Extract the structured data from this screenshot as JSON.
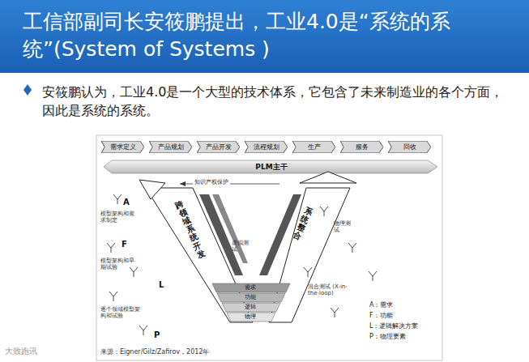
{
  "diagram": {
    "title": "工信部副司长安筱鹏提出，工业4.0是“系统的系统”(System of Systems )",
    "caption": "来源：Eigner/Gilz/Zafirov，2012年",
    "nodes": [
      {
        "text": [
          "需求定义"
        ]
      },
      {
        "text": [
          "产品规划"
        ]
      },
      {
        "text": [
          "产品开发"
        ]
      },
      {
        "text": [
          "流程规划"
        ]
      },
      {
        "text": [
          "生产"
        ]
      },
      {
        "text": [
          "服务"
        ]
      },
      {
        "text": [
          "回收"
        ]
      },
      {
        "text": [
          "PLM主干"
        ]
      }
    ],
    "labels": [
      "安筱鹏认为，工业4.0是一个大型的技术体系，它包含了未来制造业的各个方面，因此是系统的系统。",
      "知识产权保护",
      "跨领域系统开发",
      "系统整合",
      "A",
      "模型架构和需求制定",
      "F",
      "模型架构和早期试验",
      "L",
      "逐个领域模型架构和试验",
      "P",
      "虚拟测试",
      "物理测试",
      "混合测试 (X-in-the-loop)",
      "需求",
      "功能",
      "逻辑",
      "物理",
      "A：需求",
      "F：功能",
      "L：逻辑解决方案",
      "P：物理要素",
      "大致跑讯"
    ]
  }
}
